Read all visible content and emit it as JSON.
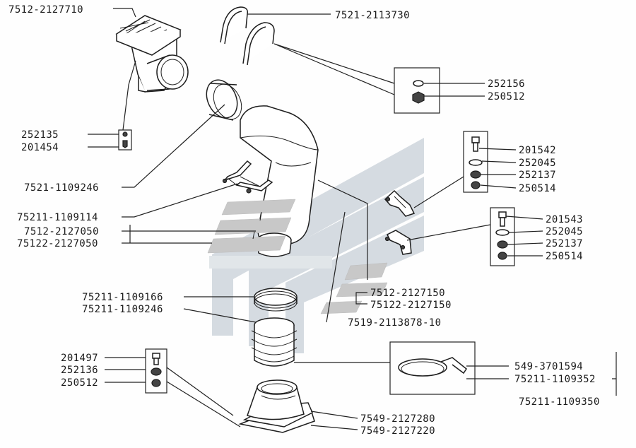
{
  "watermark_color": "#cfd6dc",
  "labels": {
    "air_filter": "7512-2127710",
    "bracket_rods": "7521-2113730",
    "nut_top_1": "252156",
    "nut_top_2": "250512",
    "washer_left_1": "252135",
    "washer_left_2": "201454",
    "bolt_r1": "201542",
    "washer_r1": "252045",
    "washer_r1b": "252137",
    "nut_r1": "250514",
    "bolt_r2": "201543",
    "washer_r2": "252045",
    "washer_r2b": "252137",
    "nut_r2": "250514",
    "left_1": "7521-1109246",
    "left_2": "75211-1109114",
    "left_3": "7512-2127050",
    "left_4": "75122-2127050",
    "mid_1": "75211-1109166",
    "mid_2": "75211-1109246",
    "gasket_1": "7512-2127150",
    "gasket_2": "75122-2127150",
    "bracket_mid": "7519-2113878-10",
    "bolt_bl": "201497",
    "washer_bl": "252136",
    "nut_bl": "250512",
    "clamp_1": "549-3701594",
    "clamp_2": "75211-1109352",
    "clamp_3": "75211-1109350",
    "base_1": "7549-2127280",
    "base_2": "7549-2127220"
  }
}
